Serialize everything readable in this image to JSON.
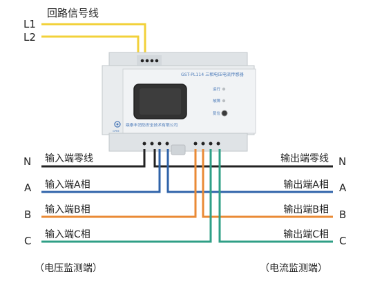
{
  "signal": {
    "title": "回路信号线",
    "l1": "L1",
    "l2": "L2"
  },
  "device": {
    "model_title": "GST-PL114 三相电压电流传感器",
    "ind_run": "运行",
    "ind_fault": "故障",
    "ind_reset": "复位",
    "company": "鼎泰丰消防安全技术有限公司",
    "brand": "GPRE"
  },
  "inputs": {
    "n_label": "输入端零线",
    "a_label": "输入端A相",
    "b_label": "输入端B相",
    "c_label": "输入端C相",
    "caption": "（电压监测端）"
  },
  "outputs": {
    "n_label": "输出端零线",
    "a_label": "输出端A相",
    "b_label": "输出端B相",
    "c_label": "输出端C相",
    "caption": "（电流监测端）"
  },
  "phases": {
    "n": "N",
    "a": "A",
    "b": "B",
    "c": "C"
  },
  "colors": {
    "signal": "#f2d13a",
    "neutral": "#222222",
    "phase_a": "#2f63a9",
    "phase_b": "#ea8a35",
    "phase_c": "#2f9f86",
    "device_body": "#e9ecee",
    "screen": "#323232"
  }
}
